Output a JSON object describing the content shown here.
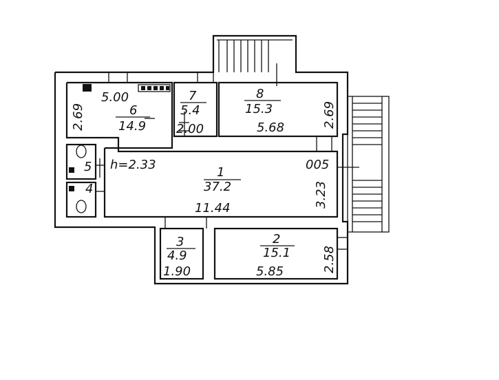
{
  "plan": {
    "ceiling_height": "h=2.33",
    "rooms": [
      {
        "id": "room-1",
        "number": "1",
        "area": "37.2",
        "dim_a": "11.44",
        "dim_b": "3.23"
      },
      {
        "id": "room-2",
        "number": "2",
        "area": "15.1",
        "dim_a": "5.85",
        "dim_b": "2.58"
      },
      {
        "id": "room-3",
        "number": "3",
        "area": "4.9",
        "dim_a": "1.90"
      },
      {
        "id": "room-4",
        "number": "4"
      },
      {
        "id": "room-5",
        "number": "5"
      },
      {
        "id": "room-6",
        "number": "6",
        "area": "14.9",
        "dim_a": "5.00",
        "dim_b": "2.69"
      },
      {
        "id": "room-7",
        "number": "7",
        "area": "5.4",
        "dim_a": "2.00"
      },
      {
        "id": "room-8",
        "number": "8",
        "area": "15.3",
        "dim_a": "5.68",
        "dim_b": "2.69"
      }
    ],
    "misc_label": "005"
  }
}
